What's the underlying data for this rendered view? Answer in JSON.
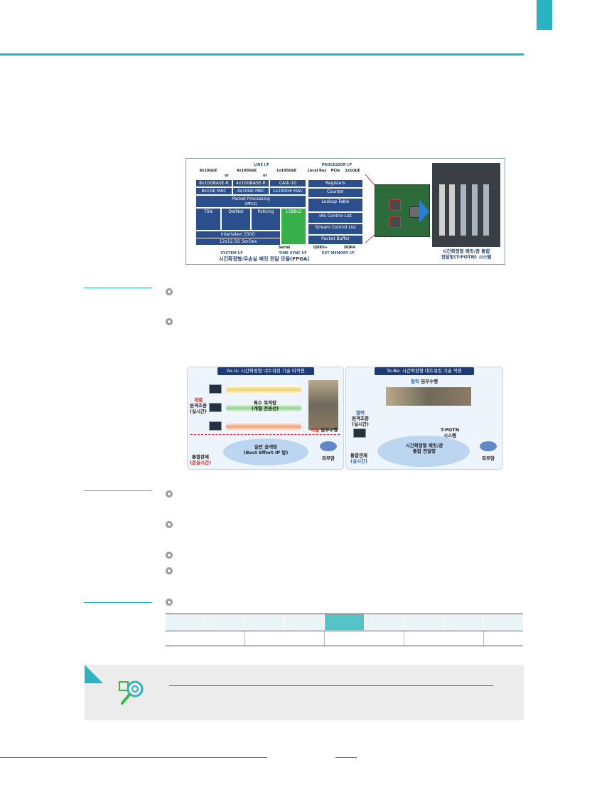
{
  "figure1": {
    "fpga": {
      "line_if": "LINE I/F",
      "processor_if": "PROCESSOR I/F",
      "top_ports": [
        "8x10GbE",
        "or",
        "4x100GbE",
        "or",
        "1x100GbE"
      ],
      "proc_ports": [
        "Local Bus",
        "PCIe",
        "1x1GbE"
      ],
      "blocks": [
        "8x10GBASE-R",
        "4x10GBASE-R",
        "CAUI-10",
        "8x1GE MAC",
        "4x10GE MAC",
        "1x100GE MAC",
        "Packet Processing",
        "(MPLS)",
        "TSN",
        "DetNet",
        "Policing",
        "1588v2",
        "Interlaken 150G",
        "12x12.5G SerDes"
      ],
      "proc_blocks": [
        "Registers",
        "Counter",
        "Lookup Table",
        "IAS Control List",
        "Stream Control List",
        "Packet Buffer"
      ],
      "bottom_labels": [
        "SYSTEM I/F",
        "TIME SYNC I/F",
        "EXT MEMORY I/F"
      ],
      "bottom_ports": [
        "Serial",
        "QDRII+",
        "DDR4"
      ],
      "caption": "시간확정형/무손실 패킷 전달 모듈(FPGA)"
    },
    "system_caption_line1": "시간확정형 패킷/광 통합",
    "system_caption_line2": "전달망(T-POTN) 시스템"
  },
  "figure2": {
    "left_title": "As-Is: 시간확정형 네트워킹 기술 미적용",
    "right_title": "To-Be: 시간확정형 네트워킹 기술 적용",
    "left": {
      "label_gaebyeol": "개별",
      "label_remote": "원격조종",
      "label_realtime": "(실시간)",
      "special_net_1": "특수 목적망",
      "special_net_2": "(개별 전용선)",
      "mission_red": "개별",
      "mission": "임무수행",
      "control": "통합관제",
      "control_sub": "(준실시간)",
      "general_net_1": "일반 공개망",
      "general_net_2": "(Best Effort IP 망)",
      "external": "외부망"
    },
    "right": {
      "coop": "협력",
      "mission": "임무수행",
      "remote_coop": "협력",
      "remote": "원격조종",
      "remote_sub": "(실시간)",
      "tpotn_1": "T-POTN",
      "tpotn_2": "시스템",
      "net_1": "시간확정형 패킷/광",
      "net_2": "통합 전달망",
      "control": "통합관제",
      "control_sub": "(실시간)",
      "external": "외부망"
    }
  },
  "colors": {
    "accent": "#2cb3c1",
    "table_highlight": "#56c3c8",
    "table_light": "#e8f4f5",
    "bottom_box": "#ececec"
  },
  "icons": {
    "bullet": "circle-bullet-icon",
    "search": "search-gear-icon"
  }
}
